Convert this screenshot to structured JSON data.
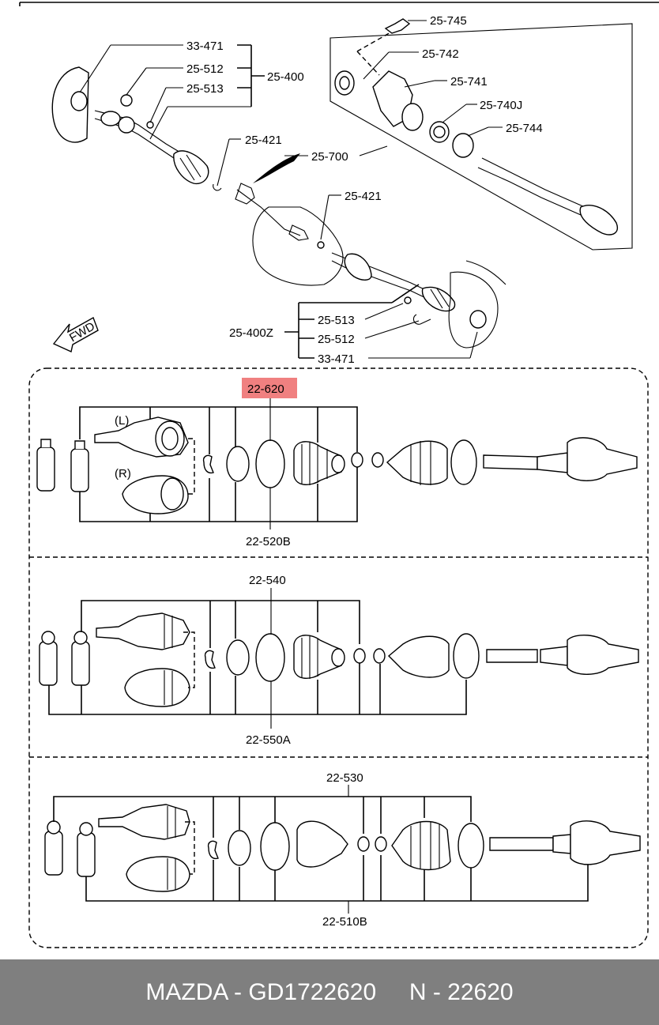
{
  "labels": {
    "p33_471": "33-471",
    "p25_512": "25-512",
    "p25_513": "25-513",
    "p25_400": "25-400",
    "p25_421": "25-421",
    "p25_745": "25-745",
    "p25_742": "25-742",
    "p25_741": "25-741",
    "p25_740j": "25-740J",
    "p25_744": "25-744",
    "p25_700": "25-700",
    "p25_400z": "25-400Z",
    "fwd": "FWD",
    "left": "(L)",
    "right": "(R)",
    "p22_620": "22-620",
    "p22_520b": "22-520B",
    "p22_540": "22-540",
    "p22_550a": "22-550A",
    "p22_530": "22-530",
    "p22_510b": "22-510B"
  },
  "highlight_color": "#f08080",
  "footer": {
    "brand": "MAZDA",
    "part_number": "GD1722620",
    "code": "N - 22620",
    "text": "MAZDA - GD1722620     N - 22620"
  }
}
